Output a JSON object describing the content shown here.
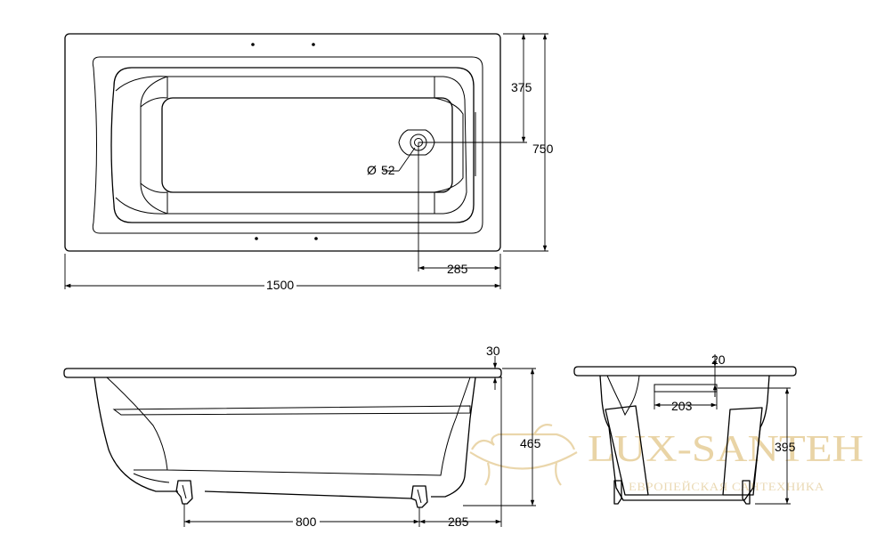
{
  "dimensions": {
    "plan_length": "1500",
    "plan_width": "750",
    "plan_drain_offset_y": "375",
    "plan_drain_offset_x": "285",
    "drain_diameter": "52",
    "side_rim": "30",
    "side_height": "465",
    "side_feet_spacing": "800",
    "side_feet_offset": "285",
    "end_rim": "20",
    "end_overflow_width": "203",
    "end_height": "395"
  },
  "symbols": {
    "diameter": "Ø"
  },
  "watermark": {
    "brand": "LUX-SANTEH",
    "tagline": "ЕВРОПЕЙСКАЯ САНТЕХНИКА",
    "logo_icon": "bathtub-logo-icon",
    "color": "#e9d4a6"
  },
  "colors": {
    "line": "#000000",
    "background": "#ffffff"
  }
}
